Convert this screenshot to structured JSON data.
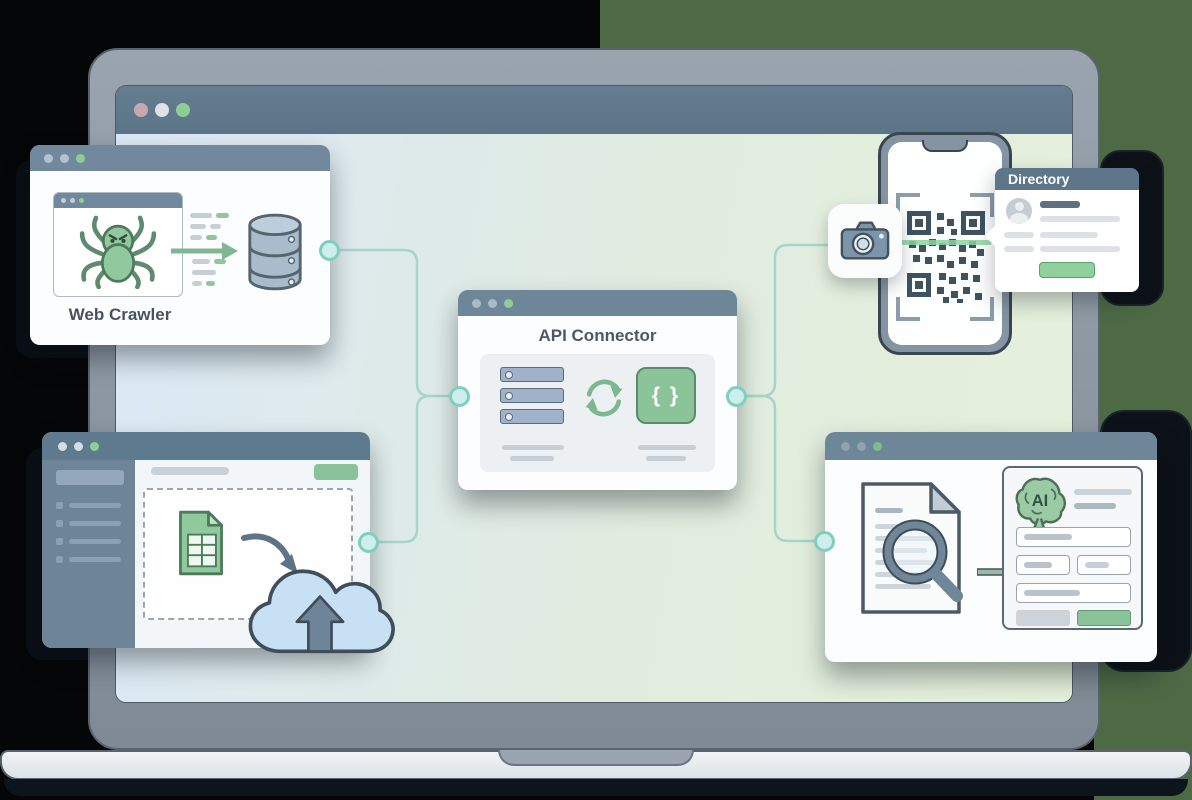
{
  "scene": {
    "description": "Illustration of a data-collection workflow on a laptop",
    "background": {
      "left_color": "#050607",
      "right_color": "#4d6a45"
    }
  },
  "laptop": {
    "frame_color": "#8e98a3",
    "titlebar_color": "#5d7689",
    "traffic_lights": [
      "#c7a8af",
      "#dde2e7",
      "#8ecd96"
    ]
  },
  "connections": {
    "line_color": "#a6d6c9",
    "node_fill": "#cdeeea",
    "node_stroke": "#7fcfc0"
  },
  "windows": {
    "crawler": {
      "title": "Web Crawler",
      "icons": [
        "spider-icon",
        "database-icon",
        "arrow-right-icon"
      ]
    },
    "api": {
      "title": "API Connector",
      "code_glyph": "{ }",
      "icons": [
        "server-stack-icon",
        "sync-icon",
        "code-badge-icon"
      ]
    },
    "upload": {
      "icons": [
        "spreadsheet-file-icon",
        "curved-arrow-icon",
        "cloud-upload-icon"
      ],
      "button_color": "#8ac29a"
    },
    "analyze": {
      "ai_badge": "AI",
      "icons": [
        "document-icon",
        "magnifier-icon",
        "arrow-right-icon",
        "brain-icon"
      ],
      "buttons": {
        "secondary_color": "#ccd4da",
        "primary_color": "#8ac29a"
      }
    }
  },
  "phone_cluster": {
    "icons": [
      "camera-icon",
      "qr-code-icon",
      "scan-line"
    ],
    "scan_line_color": "#8bd3a0",
    "directory": {
      "title": "Directory",
      "action_button_color": "#90cf9e"
    }
  },
  "accents": {
    "green": "#8ac29a",
    "slate": "#5d7689",
    "dark_outline": "#39464f"
  }
}
